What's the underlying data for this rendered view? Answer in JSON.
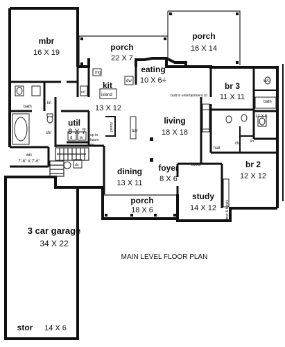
{
  "plan_title": "MAIN LEVEL FLOOR PLAN",
  "rooms": {
    "mbr": {
      "name": "mbr",
      "dim": "16 X 19"
    },
    "porch_top_left": {
      "name": "porch",
      "dim": "22 X 7"
    },
    "porch_top_right": {
      "name": "porch",
      "dim": "16 X 14"
    },
    "eating": {
      "name": "eating",
      "dim": "10 X 6+"
    },
    "kit": {
      "name": "kit",
      "dim": "13 X 12"
    },
    "br3": {
      "name": "br 3",
      "dim": "11 X 11"
    },
    "util": {
      "name": "util",
      "dim": "8 X 7"
    },
    "living": {
      "name": "living",
      "dim": "18 X 18"
    },
    "br2": {
      "name": "br 2",
      "dim": "12 X 12"
    },
    "dining": {
      "name": "dining",
      "dim": "13 X 11"
    },
    "foyer": {
      "name": "foyer",
      "dim": "8 X 6"
    },
    "porch_front": {
      "name": "porch",
      "dim": "18 X 6"
    },
    "study": {
      "name": "study",
      "dim": "14 X 12"
    },
    "garage": {
      "name": "3 car garage",
      "dim": "34 X 22"
    },
    "stor": {
      "name": "stor",
      "dim": "14 X 6"
    }
  },
  "labels": {
    "bath_mbr": "bath",
    "bath_br": "bath",
    "bath_br_dim": "12 X 5",
    "lin_mbr": "lin",
    "lin_br": "lin",
    "shr": "shr",
    "wic_mbr": "wic",
    "wic_mbr_dim": "7'-6\" X 7'-6\"",
    "wic_br": "w/c",
    "mg": "mg",
    "ref": "ref",
    "dw": "dw",
    "island": "island",
    "pantry": "pantry",
    "bar": "bar",
    "dryer": "d",
    "washer": "w",
    "up_to_future_rm": [
      "up to",
      "future",
      "rm"
    ],
    "built_in": "built in entertainment ctr",
    "books": "books",
    "desk_books": "desk & books",
    "hall": "hall",
    "clo": "clo",
    "dn": "dn"
  }
}
